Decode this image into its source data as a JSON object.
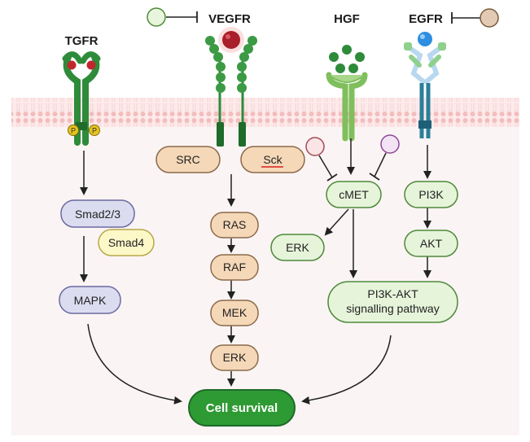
{
  "receptors": {
    "tgfr": "TGFR",
    "vegfr": "VEGFR",
    "hgf": "HGF",
    "egfr": "EGFR"
  },
  "phospho": "P",
  "nodes": {
    "smad23": "Smad2/3",
    "smad4": "Smad4",
    "mapk": "MAPK",
    "src": "SRC",
    "sck": "Sck",
    "ras": "RAS",
    "raf": "RAF",
    "mek": "MEK",
    "erk_vegfr": "ERK",
    "cmet": "cMET",
    "erk_hgf": "ERK",
    "pi3k": "PI3K",
    "akt": "AKT",
    "pi3kakt_line1": "PI3K-AKT",
    "pi3kakt_line2": "signalling pathway",
    "cell_survival": "Cell survival"
  },
  "colors": {
    "receptor_green": "#2e8b3a",
    "receptor_dark": "#1e6b2a",
    "smad_purple": "#dcdcf0",
    "smad4_yellow": "#fdf8c8",
    "vegfr_tan": "#f5d8b8",
    "hgf_green": "#e6f4da",
    "egfr_teal": "#2a7f9b",
    "cell_survival": "#2e9a34",
    "membrane_pink": "#f5c9c9",
    "cytoplasm": "#fbf4f4"
  }
}
